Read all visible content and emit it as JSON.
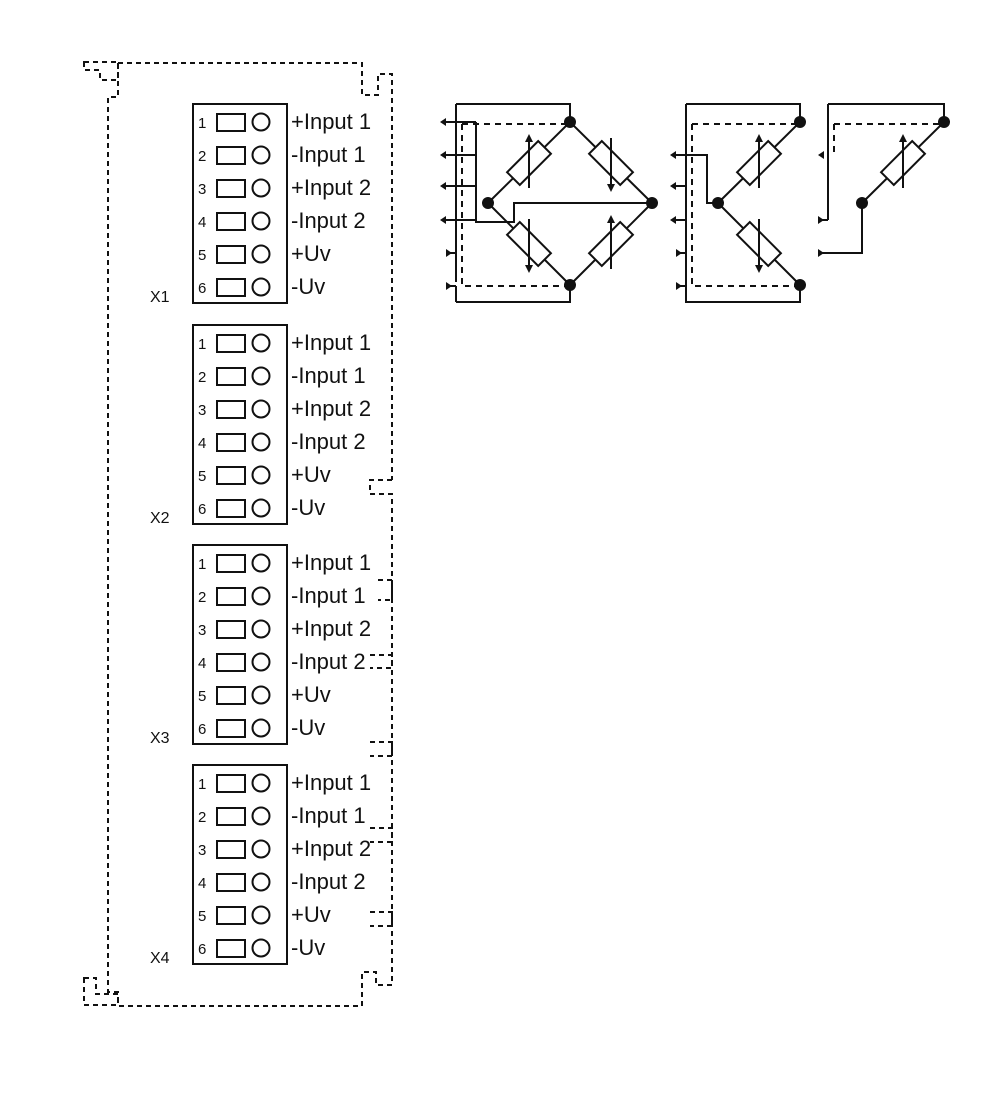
{
  "connectors": [
    {
      "name": "X1",
      "terminals": [
        {
          "pin": "1",
          "signal": "+Input 1"
        },
        {
          "pin": "2",
          "signal": "-Input 1"
        },
        {
          "pin": "3",
          "signal": "+Input 2"
        },
        {
          "pin": "4",
          "signal": "-Input 2"
        },
        {
          "pin": "5",
          "signal": "+Uv"
        },
        {
          "pin": "6",
          "signal": "-Uv"
        }
      ]
    },
    {
      "name": "X2",
      "terminals": [
        {
          "pin": "1",
          "signal": "+Input 1"
        },
        {
          "pin": "2",
          "signal": "-Input 1"
        },
        {
          "pin": "3",
          "signal": "+Input 2"
        },
        {
          "pin": "4",
          "signal": "-Input 2"
        },
        {
          "pin": "5",
          "signal": "+Uv"
        },
        {
          "pin": "6",
          "signal": "-Uv"
        }
      ]
    },
    {
      "name": "X3",
      "terminals": [
        {
          "pin": "1",
          "signal": "+Input 1"
        },
        {
          "pin": "2",
          "signal": "-Input 1"
        },
        {
          "pin": "3",
          "signal": "+Input 2"
        },
        {
          "pin": "4",
          "signal": "-Input 2"
        },
        {
          "pin": "5",
          "signal": "+Uv"
        },
        {
          "pin": "6",
          "signal": "-Uv"
        }
      ]
    },
    {
      "name": "X4",
      "terminals": [
        {
          "pin": "1",
          "signal": "+Input 1"
        },
        {
          "pin": "2",
          "signal": "-Input 1"
        },
        {
          "pin": "3",
          "signal": "+Input 2"
        },
        {
          "pin": "4",
          "signal": "-Input 2"
        },
        {
          "pin": "5",
          "signal": "+Uv"
        },
        {
          "pin": "6",
          "signal": "-Uv"
        }
      ]
    }
  ],
  "bridge_circuits": [
    {
      "id": "full-bridge",
      "resistor_count": 4
    },
    {
      "id": "half-bridge",
      "resistor_count": 2
    },
    {
      "id": "quarter-bridge",
      "resistor_count": 1
    }
  ],
  "colors": {
    "line": "#111111",
    "background": "#ffffff"
  }
}
